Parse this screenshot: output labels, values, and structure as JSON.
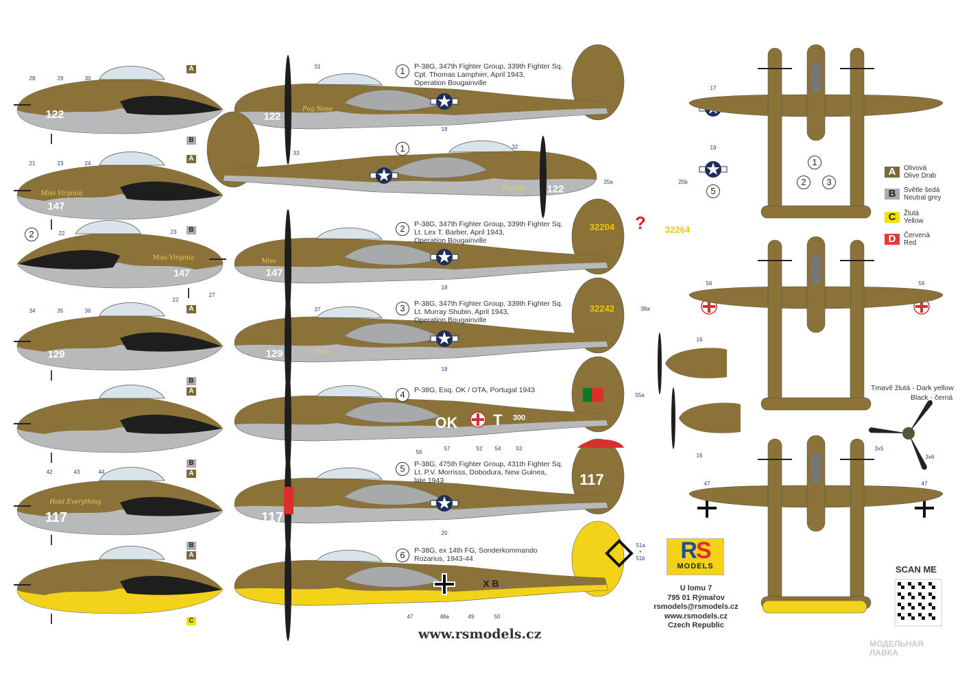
{
  "colors": {
    "olive": "#8a7238",
    "olive_dark": "#6f5b2a",
    "grey": "#b7b9bb",
    "yellow": "#f3d21a",
    "red": "#d9302c",
    "black": "#1e1e1e",
    "canopy": "#d9e4ea"
  },
  "schemes": [
    {
      "id": "1",
      "lines": [
        "P-38G, 347th Fighter Group, 339th Fighter Sq.",
        "Cpt. Thomas Lamphier, April 1943,",
        "Operation Bougainville"
      ]
    },
    {
      "id": "2",
      "lines": [
        "P-38G, 347th Fighter Group, 339th Fighter Sq.",
        "Lt. Lex T. Barber, April 1943,",
        "Operation Bougainville"
      ]
    },
    {
      "id": "3",
      "lines": [
        "P-38G, 347th Fighter Group, 339th Fighter Sq.",
        "Lt. Murray Shubin, April 1943,",
        "Operation Bougainville"
      ]
    },
    {
      "id": "4",
      "lines": [
        "P-38G, Esq. OK / OTA, Portugal 1943"
      ]
    },
    {
      "id": "5",
      "lines": [
        "P-38G, 475th Fighter Group, 431th Fighter Sq.",
        "Lt. P.V. Morrisss, Dobodura, New Guinea,",
        "late 1943"
      ]
    },
    {
      "id": "6",
      "lines": [
        "P-38G, ex 14th FG, Sonderkommando",
        "Rozarius, 1943-44"
      ]
    }
  ],
  "callouts": [
    "28",
    "29",
    "30",
    "21",
    "23",
    "24",
    "22",
    "23",
    "22",
    "27",
    "34",
    "35",
    "36",
    "42",
    "43",
    "44",
    "31",
    "18",
    "33",
    "32",
    "25a",
    "25b",
    "18",
    "37",
    "18",
    "38a",
    "55a",
    "56",
    "57",
    "52",
    "54",
    "53",
    "20",
    "47",
    "48a",
    "49",
    "50",
    "51a",
    "+",
    "51b",
    "17",
    "19",
    "56",
    "56",
    "16",
    "16",
    "47",
    "47",
    "3x5",
    "3x6"
  ],
  "color_tags": [
    "A",
    "B",
    "A",
    "B",
    "A",
    "B",
    "A",
    "B",
    "A",
    "B",
    "A",
    "C"
  ],
  "scheme_circles": [
    "2",
    "1",
    "5",
    "1",
    "2",
    "3"
  ],
  "markings": [
    "122",
    "147",
    "147",
    "129",
    "117",
    "122",
    "122",
    "147",
    "129",
    "OK",
    "T",
    "300",
    "117",
    "117",
    "X B",
    "?"
  ],
  "nose_art": [
    "Miss Virginia",
    "Miss Virginia",
    "Hold Everything",
    "Pug Nose",
    "Phoebe",
    "Chicle",
    "Miss"
  ],
  "tail_serials": [
    "32204",
    "32264",
    "32242"
  ],
  "legend": [
    {
      "key": "A",
      "cz": "Olivová",
      "en": "Olive Drab",
      "color": "#7a6a3a"
    },
    {
      "key": "B",
      "cz": "Světle šedá",
      "en": "Neutral grey",
      "color": "#a9abae"
    },
    {
      "key": "C",
      "cz": "Žlutá",
      "en": "Yellow",
      "color": "#f3e000"
    },
    {
      "key": "D",
      "cz": "Červená",
      "en": "Red",
      "color": "#e03a3a"
    }
  ],
  "prop_labels": {
    "tip": "Tmavě žlutá - Dark yellow",
    "blade": "Black - černá"
  },
  "brand": {
    "logo_rs": "RS",
    "logo_models": "MODELS",
    "address": [
      "U lomu 7",
      "795 01 Rýmařov",
      "rsmodels@rsmodels.cz",
      "www.rsmodels.cz",
      "Czech Republic"
    ],
    "website": "www.rsmodels.cz",
    "scan": "SCAN ME"
  },
  "watermark": [
    "МОДЕЛЬНАЯ",
    "ЛАВКА"
  ]
}
